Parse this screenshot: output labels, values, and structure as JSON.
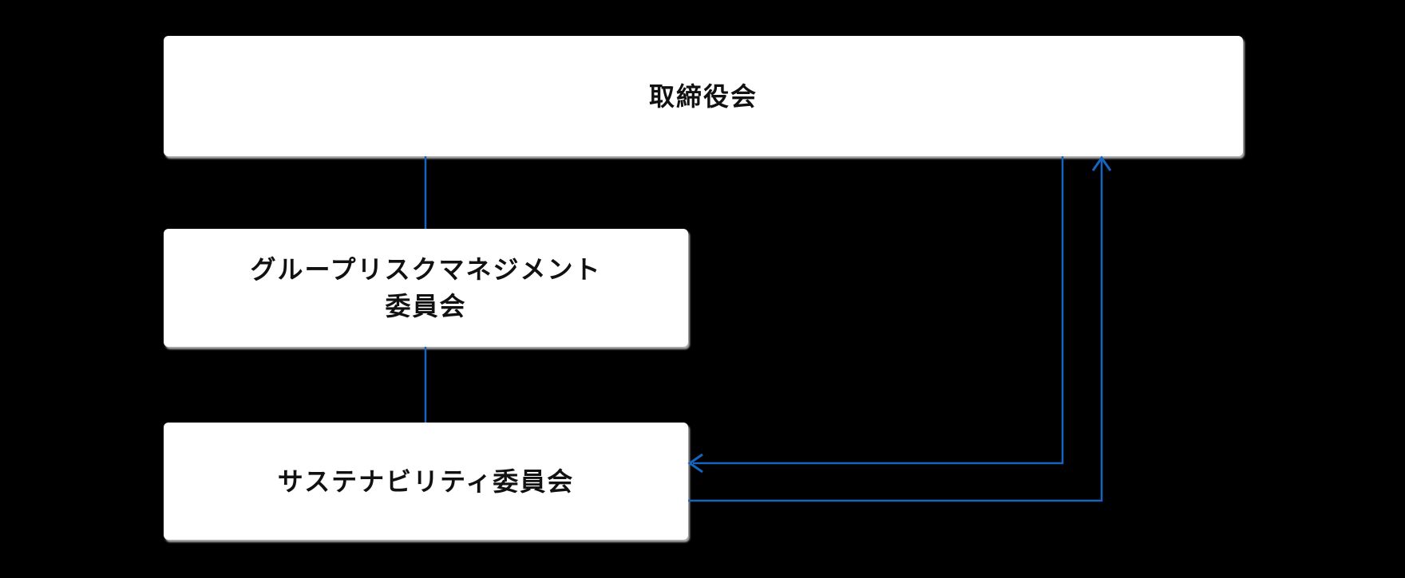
{
  "diagram": {
    "title": "governance-structure-diagram",
    "background_color": "#000000",
    "node_fill_color": "#ffffff",
    "node_text_color": "#111111",
    "connector_color": "#1565C0",
    "boxes": [
      {
        "id": "board-of-directors",
        "label": "取締役会"
      },
      {
        "id": "group-risk-management-committee",
        "label": "グループリスクマネジメント委員会",
        "label_line1": "グループリスクマネジメント",
        "label_line2": "委員会"
      },
      {
        "id": "sustainability-committee",
        "label": "サステナビリティ委員会"
      }
    ],
    "connectors": [
      {
        "from": "board-of-directors",
        "to": "group-risk-management-committee",
        "style": "plain-line"
      },
      {
        "from": "group-risk-management-committee",
        "to": "sustainability-committee",
        "style": "plain-line"
      },
      {
        "from": "board-of-directors",
        "to": "sustainability-committee",
        "style": "arrow",
        "direction": "down-then-left"
      },
      {
        "from": "sustainability-committee",
        "to": "board-of-directors",
        "style": "arrow",
        "direction": "right-then-up"
      }
    ]
  }
}
